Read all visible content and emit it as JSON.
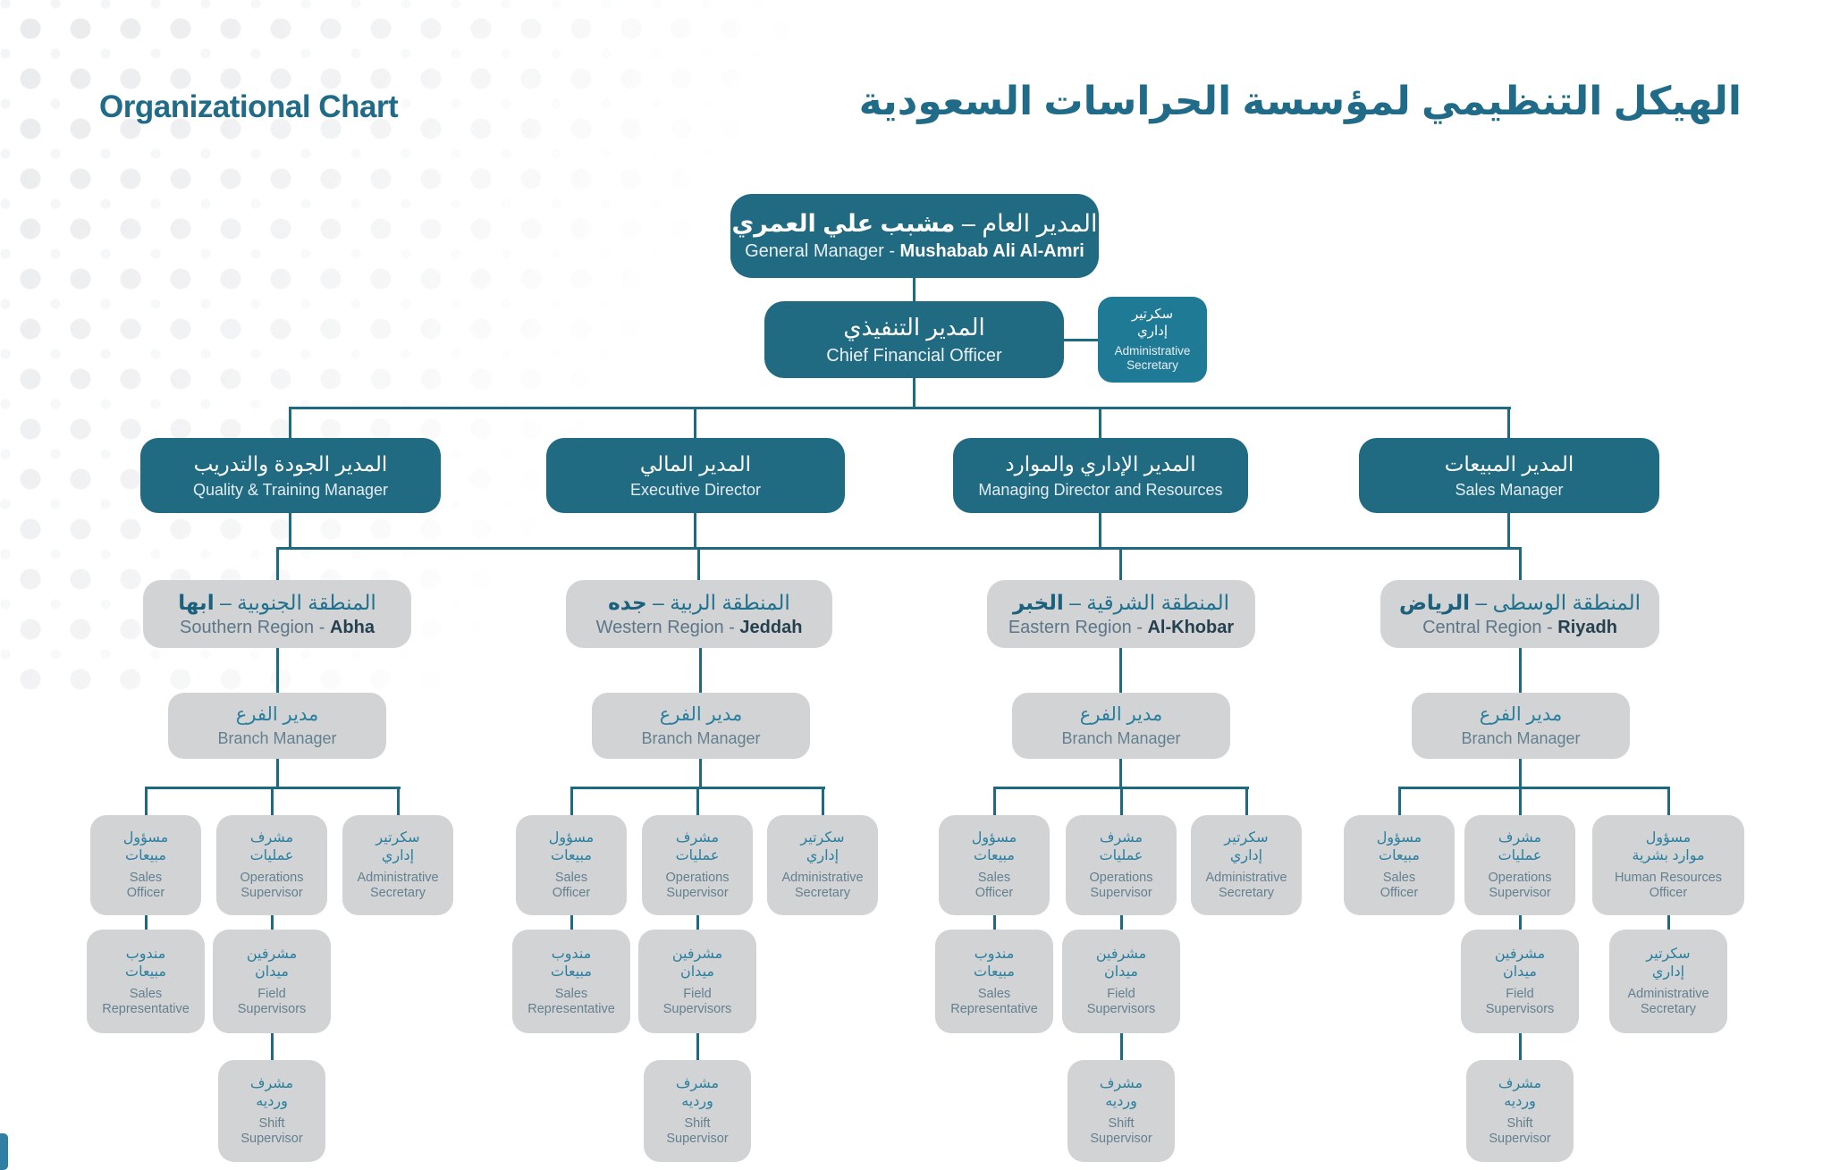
{
  "header": {
    "title_en": "Organizational Chart",
    "title_ar": "الهيكل التنظيمي لمؤسسة الحراسات السعودية"
  },
  "gm": {
    "ar_prefix": "المدير العام – ",
    "ar_bold": "مشبب علي العمري",
    "en_prefix": "General Manager - ",
    "en_bold": "Mushabab Ali Al-Amri"
  },
  "cfo": {
    "ar": "المدير التنفيذي",
    "en": "Chief Financial Officer"
  },
  "managers": [
    {
      "ar": "المدير الجودة والتدريب",
      "en": "Quality & Training Manager"
    },
    {
      "ar": "المدير المالي",
      "en": "Executive Director"
    },
    {
      "ar": "المدير الإداري والموارد",
      "en": "Managing Director and Resources"
    },
    {
      "ar": "المدير المبيعات",
      "en": "Sales Manager"
    }
  ],
  "regions": [
    {
      "ar_prefix": "المنطقة الجنوبية – ",
      "ar_bold": "ابها",
      "en_prefix": "Southern Region - ",
      "en_bold": "Abha"
    },
    {
      "ar_prefix": "المنطقة الربية – ",
      "ar_bold": "جده",
      "en_prefix": "Western Region - ",
      "en_bold": "Jeddah"
    },
    {
      "ar_prefix": "المنطقة الشرقية – ",
      "ar_bold": "الخبر",
      "en_prefix": "Eastern Region - ",
      "en_bold": "Al-Khobar"
    },
    {
      "ar_prefix": "المنطقة الوسطى – ",
      "ar_bold": "الرياض",
      "en_prefix": "Central Region - ",
      "en_bold": "Riyadh"
    }
  ],
  "roles": {
    "branch_manager": {
      "ar": "مدير الفرع",
      "en": "Branch Manager"
    },
    "sales_officer": {
      "ar1": "مسؤول",
      "ar2": "مبيعات",
      "en1": "Sales",
      "en2": "Officer"
    },
    "operations_supervisor": {
      "ar1": "مشرف",
      "ar2": "عمليات",
      "en1": "Operations",
      "en2": "Supervisor"
    },
    "admin_secretary": {
      "ar1": "سكرتير",
      "ar2": "إداري",
      "en1": "Administrative",
      "en2": "Secretary"
    },
    "hr_officer": {
      "ar1": "مسؤول",
      "ar2": "موارد بشرية",
      "en1": "Human Resources",
      "en2": "Officer"
    },
    "sales_representative": {
      "ar1": "مندوب",
      "ar2": "مبيعات",
      "en1": "Sales",
      "en2": "Representative"
    },
    "field_supervisors": {
      "ar1": "مشرفين",
      "ar2": "ميدان",
      "en1": "Field",
      "en2": "Supervisors"
    },
    "shift_supervisor": {
      "ar1": "مشرف",
      "ar2": "ورديه",
      "en1": "Shift",
      "en2": "Supervisor"
    }
  },
  "colors": {
    "teal_box": "#216b82",
    "teal_secretary": "#1f7a96",
    "gray_box": "#d2d3d5",
    "connector": "#1e6a80",
    "title_text": "#206b87",
    "arabic_text": "#2a7f9e",
    "english_text": "#64808f"
  }
}
